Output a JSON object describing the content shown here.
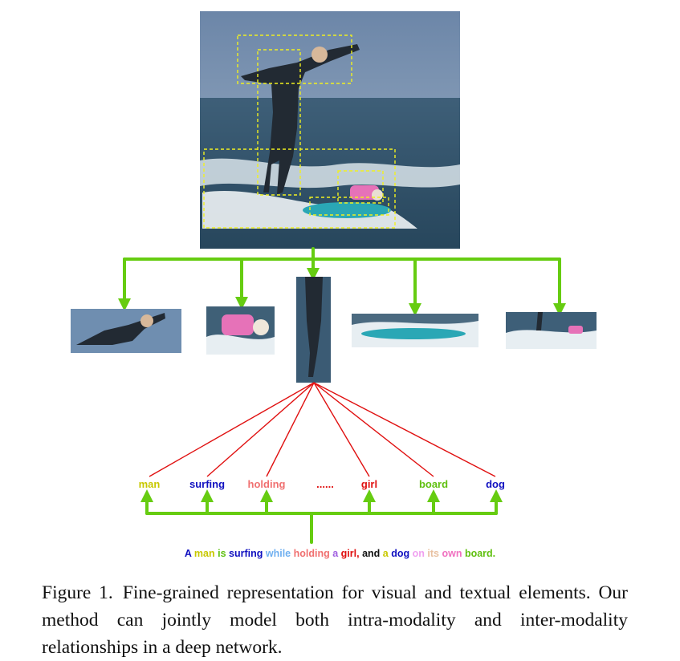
{
  "figure": {
    "words": [
      {
        "text": "man",
        "color": "#c8c800"
      },
      {
        "text": "surfing",
        "color": "#1010c0"
      },
      {
        "text": "holding",
        "color": "#f07070"
      },
      {
        "text": "......",
        "color": "#e01010"
      },
      {
        "text": "girl",
        "color": "#e01010"
      },
      {
        "text": "board",
        "color": "#60c010"
      },
      {
        "text": "dog",
        "color": "#1010c0"
      }
    ],
    "sentence": [
      {
        "text": "A",
        "color": "#1010c0"
      },
      {
        "text": "man",
        "color": "#c8c800"
      },
      {
        "text": "is",
        "color": "#60c010"
      },
      {
        "text": "surfing",
        "color": "#1010c0"
      },
      {
        "text": "while",
        "color": "#70b0f0"
      },
      {
        "text": "holding",
        "color": "#f07070"
      },
      {
        "text": "a",
        "color": "#a060e0"
      },
      {
        "text": "girl,",
        "color": "#e01010"
      },
      {
        "text": "and",
        "color": "#111111"
      },
      {
        "text": "a",
        "color": "#c8c800"
      },
      {
        "text": "dog",
        "color": "#1010c0"
      },
      {
        "text": "on",
        "color": "#f0a0f0"
      },
      {
        "text": "its",
        "color": "#e8c0a0"
      },
      {
        "text": "own",
        "color": "#f070c0"
      },
      {
        "text": "board.",
        "color": "#60c010"
      }
    ],
    "colors": {
      "green_arrow": "#66cc11",
      "red_line": "#e01010",
      "box_dash": "#f0f020"
    }
  },
  "caption": {
    "label": "Figure 1.",
    "text": "Fine-grained representation for visual and textual elements. Our method can jointly model both intra-modality and inter-modality relationships in a deep network."
  }
}
